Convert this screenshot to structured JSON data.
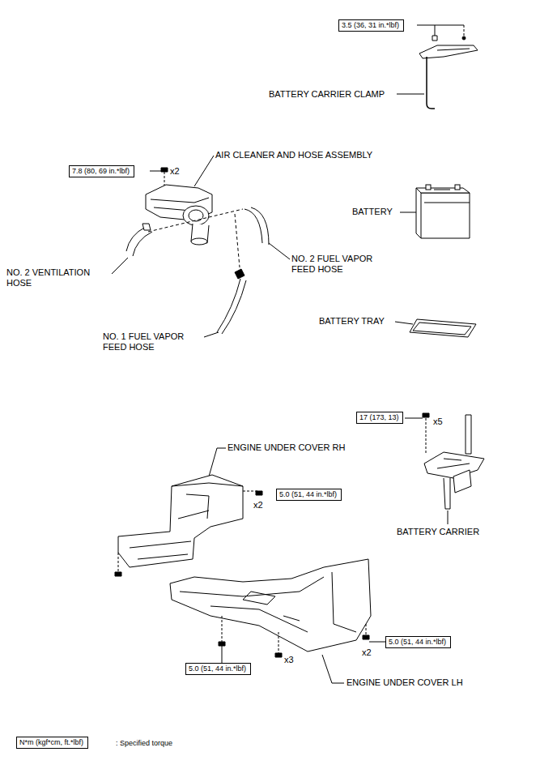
{
  "diagram": {
    "nodes": [
      {
        "text": [
          "3.5 (36, 31 in.*lbf)"
        ]
      },
      {
        "text": [
          "7.8 (80, 69 in.*lbf)"
        ]
      },
      {
        "text": [
          "17 (173, 13)"
        ]
      },
      {
        "text": [
          "5.0 (51, 44 in.*lbf)"
        ]
      },
      {
        "text": [
          "5.0 (51, 44 in.*lbf)"
        ]
      },
      {
        "text": [
          "5.0 (51, 44 in.*lbf)"
        ]
      },
      {
        "text": [
          "N*m (kgf*cm, ft.*lbf)"
        ]
      }
    ],
    "labels": [
      "BATTERY CARRIER CLAMP",
      "AIR CLEANER AND HOSE ASSEMBLY",
      "x2",
      "BATTERY",
      "NO. 2 VENTILATION HOSE",
      "NO. 2 FUEL VAPOR FEED HOSE",
      "NO. 1 FUEL VAPOR FEED HOSE",
      "BATTERY TRAY",
      "x5",
      "ENGINE UNDER COVER RH",
      "x2",
      "BATTERY CARRIER",
      "x2",
      "x3",
      "ENGINE UNDER COVER LH"
    ],
    "legend": [
      {
        "text": ": Specified torque"
      }
    ]
  }
}
